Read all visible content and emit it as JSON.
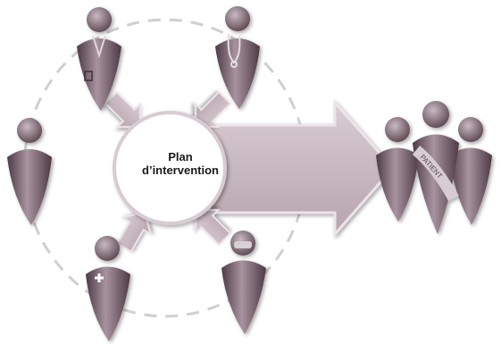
{
  "center": {
    "line1": "Plan",
    "line2": "d’intervention"
  },
  "patient_group": {
    "sash_text": "PATIENT"
  },
  "roles": [
    {
      "id": "doctor-coat-figure"
    },
    {
      "id": "stethoscope-figure"
    },
    {
      "id": "plain-figure"
    },
    {
      "id": "nurse-cross-figure"
    },
    {
      "id": "surgeon-mask-figure"
    }
  ],
  "colors": {
    "figure_dark": "#5a4650",
    "figure_light": "#b8a8b1",
    "arrow_fill": "#c7b6be",
    "arrow_stroke": "#ece4e8",
    "dashed_circle": "#cfcfcf"
  }
}
